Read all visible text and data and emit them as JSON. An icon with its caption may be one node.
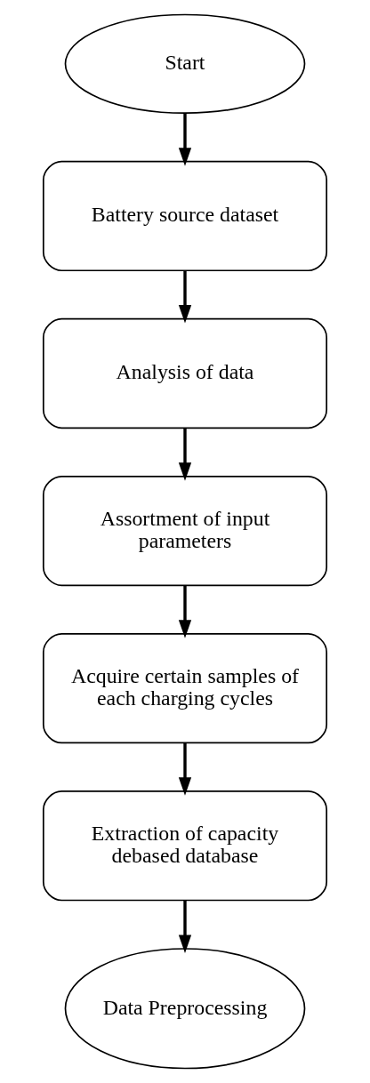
{
  "diagram": {
    "nodes": [
      {
        "text": [
          "Start"
        ]
      },
      {
        "text": [
          "Battery source dataset"
        ]
      },
      {
        "text": [
          "Analysis of data"
        ]
      },
      {
        "text": [
          "Assortment of input parameters"
        ]
      },
      {
        "text": [
          "Acquire certain samples of each charging cycles"
        ]
      },
      {
        "text": [
          "Extraction of capacity debased database"
        ]
      },
      {
        "text": [
          "Data Preprocessing"
        ]
      }
    ],
    "edges": [
      {
        "from": 0,
        "to": 1,
        "arrow": "to"
      },
      {
        "from": 1,
        "to": 2,
        "arrow": "to"
      },
      {
        "from": 2,
        "to": 3,
        "arrow": "to"
      },
      {
        "from": 3,
        "to": 4,
        "arrow": "to"
      },
      {
        "from": 4,
        "to": 5,
        "arrow": "to"
      },
      {
        "from": 5,
        "to": 6,
        "arrow": "to"
      }
    ]
  }
}
